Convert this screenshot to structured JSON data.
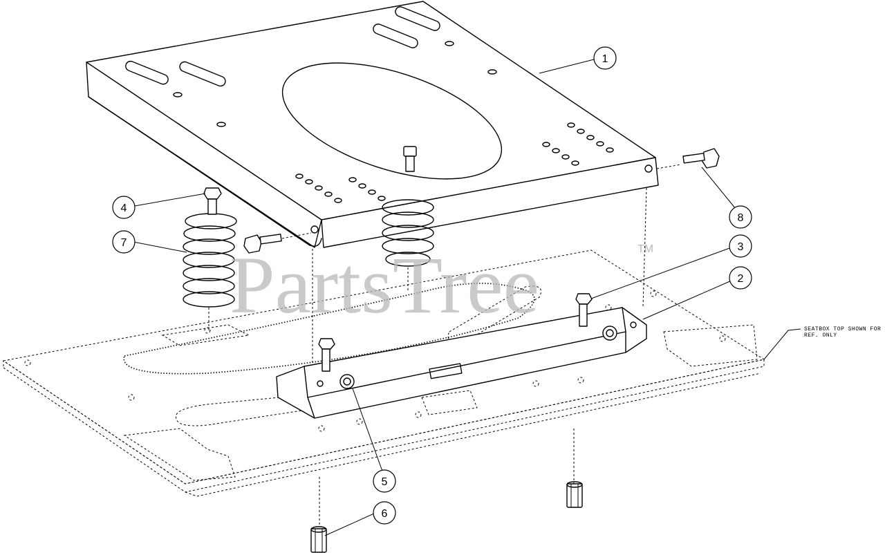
{
  "callouts": [
    {
      "label": "1"
    },
    {
      "label": "2"
    },
    {
      "label": "3"
    },
    {
      "label": "4"
    },
    {
      "label": "5"
    },
    {
      "label": "6"
    },
    {
      "label": "7"
    },
    {
      "label": "8"
    }
  ],
  "note": {
    "line1": "SEATBOX TOP SHOWN FOR",
    "line2": "REF. ONLY"
  },
  "watermark": {
    "text": "PartsTree",
    "tm": "TM"
  }
}
